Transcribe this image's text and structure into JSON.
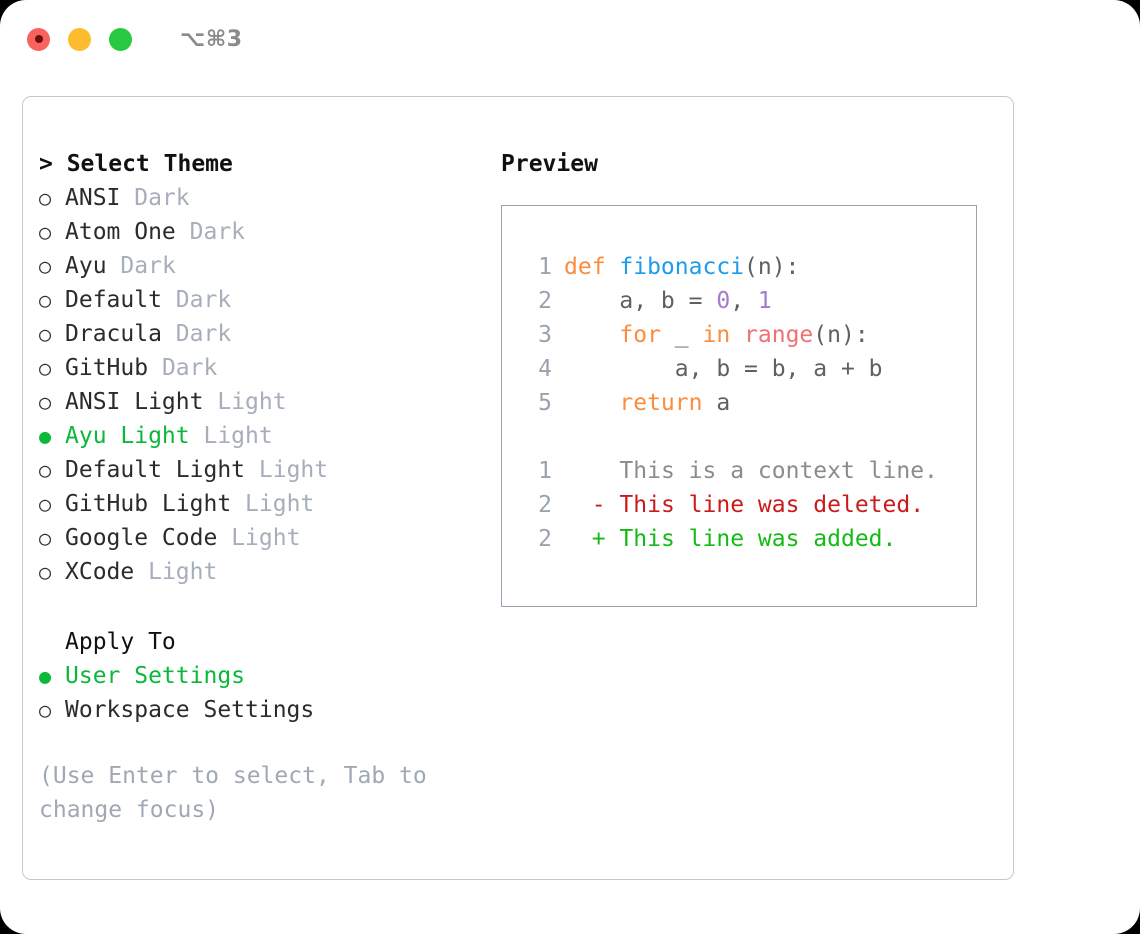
{
  "titlebar": {
    "shortcut": "⌥⌘3",
    "dots": [
      {
        "name": "close",
        "color": "#f9635f"
      },
      {
        "name": "minimize",
        "color": "#fbbd2e"
      },
      {
        "name": "maximize",
        "color": "#28c840"
      }
    ]
  },
  "theme_section": {
    "heading": "> Select Theme",
    "items": [
      {
        "marker": "○",
        "label": "ANSI",
        "badge": "Dark",
        "selected": false
      },
      {
        "marker": "○",
        "label": "Atom One",
        "badge": "Dark",
        "selected": false
      },
      {
        "marker": "○",
        "label": "Ayu",
        "badge": "Dark",
        "selected": false
      },
      {
        "marker": "○",
        "label": "Default",
        "badge": "Dark",
        "selected": false
      },
      {
        "marker": "○",
        "label": "Dracula",
        "badge": "Dark",
        "selected": false
      },
      {
        "marker": "○",
        "label": "GitHub",
        "badge": "Dark",
        "selected": false
      },
      {
        "marker": "○",
        "label": "ANSI Light",
        "badge": "Light",
        "selected": false
      },
      {
        "marker": "●",
        "label": "Ayu Light",
        "badge": "Light",
        "selected": true
      },
      {
        "marker": "○",
        "label": "Default Light",
        "badge": "Light",
        "selected": false
      },
      {
        "marker": "○",
        "label": "GitHub Light",
        "badge": "Light",
        "selected": false
      },
      {
        "marker": "○",
        "label": "Google Code",
        "badge": "Light",
        "selected": false
      },
      {
        "marker": "○",
        "label": "XCode",
        "badge": "Light",
        "selected": false
      }
    ]
  },
  "apply_section": {
    "heading": "Apply To",
    "items": [
      {
        "marker": "●",
        "label": "User Settings",
        "selected": true
      },
      {
        "marker": "○",
        "label": "Workspace Settings",
        "selected": false
      }
    ]
  },
  "hint": "(Use Enter to select, Tab to change focus)",
  "preview": {
    "heading": "Preview",
    "code_lines": [
      {
        "number": "1",
        "tokens": [
          {
            "text": "def ",
            "type": "kw"
          },
          {
            "text": "fibonacci",
            "type": "fn"
          },
          {
            "text": "(n):",
            "type": "plain"
          }
        ]
      },
      {
        "number": "2",
        "tokens": [
          {
            "text": "    a, b = ",
            "type": "plain"
          },
          {
            "text": "0",
            "type": "num"
          },
          {
            "text": ", ",
            "type": "plain"
          },
          {
            "text": "1",
            "type": "num"
          }
        ]
      },
      {
        "number": "3",
        "tokens": [
          {
            "text": "    ",
            "type": "plain"
          },
          {
            "text": "for",
            "type": "kw"
          },
          {
            "text": " _ ",
            "type": "plain"
          },
          {
            "text": "in",
            "type": "kw"
          },
          {
            "text": " ",
            "type": "plain"
          },
          {
            "text": "range",
            "type": "builtin"
          },
          {
            "text": "(n):",
            "type": "plain"
          }
        ]
      },
      {
        "number": "4",
        "tokens": [
          {
            "text": "        a, b = b, a + b",
            "type": "plain"
          }
        ]
      },
      {
        "number": "5",
        "tokens": [
          {
            "text": "    ",
            "type": "plain"
          },
          {
            "text": "return",
            "type": "kw"
          },
          {
            "text": " a",
            "type": "plain"
          }
        ]
      }
    ],
    "diff_lines": [
      {
        "number": "1",
        "marker": " ",
        "text": "This is a context line.",
        "type": "ctx"
      },
      {
        "number": "2",
        "marker": "-",
        "text": "This line was deleted.",
        "type": "del"
      },
      {
        "number": "2",
        "marker": "+",
        "text": "This line was added.",
        "type": "add"
      }
    ]
  },
  "colors": {
    "accent_green": "#0ab83a",
    "muted": "#a7aebb",
    "hint": "#a0a8b4",
    "keyword": "#fa8d3e",
    "function": "#1e9ce8",
    "number": "#a37acc",
    "builtin": "#f07171",
    "diff_add": "#14bb14",
    "diff_del": "#c91b1b",
    "panel_border": "#c3c9d2",
    "preview_border": "#9aa3b0"
  }
}
